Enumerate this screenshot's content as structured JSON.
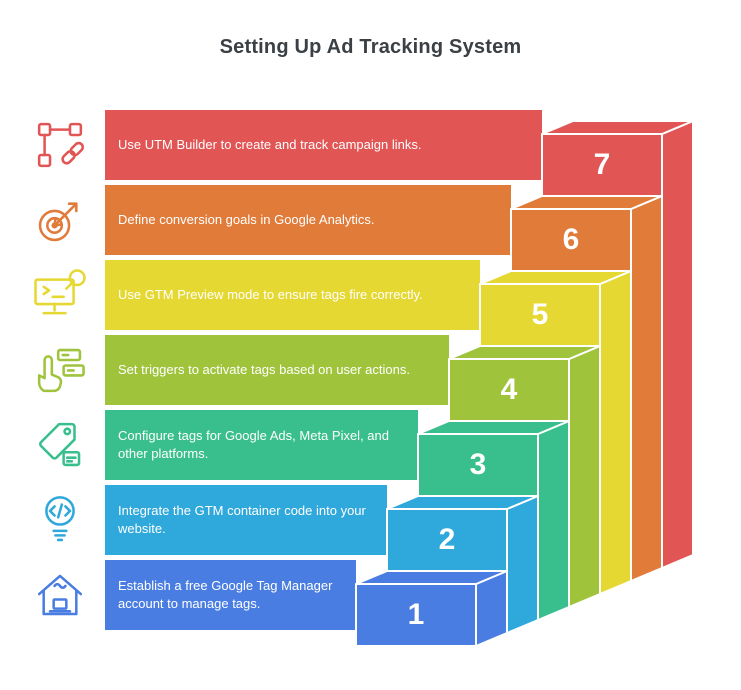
{
  "title": "Setting Up Ad Tracking System",
  "colors": {
    "background": "#ffffff",
    "edge": "#ffffff",
    "title_text": "#3b4045",
    "step_text": "#ffffff"
  },
  "steps": [
    {
      "number": "1",
      "text": "Establish a free Google Tag Manager account to manage tags.",
      "color": "#4a7de2",
      "icon": "home-workspace-icon"
    },
    {
      "number": "2",
      "text": "Integrate the GTM container code into your website.",
      "color": "#2fa8dc",
      "icon": "code-icon"
    },
    {
      "number": "3",
      "text": "Configure tags for Google Ads, Meta Pixel, and other platforms.",
      "color": "#38bf8d",
      "icon": "price-tag-icon"
    },
    {
      "number": "4",
      "text": "Set triggers to activate tags based on user actions.",
      "color": "#9fc43c",
      "icon": "trigger-hand-icon"
    },
    {
      "number": "5",
      "text": "Use GTM Preview mode to ensure tags fire correctly.",
      "color": "#e6d832",
      "icon": "monitor-preview-icon"
    },
    {
      "number": "6",
      "text": "Define conversion goals in Google Analytics.",
      "color": "#e17b3a",
      "icon": "target-goal-icon"
    },
    {
      "number": "7",
      "text": "Use UTM Builder to create and track campaign links.",
      "color": "#e25555",
      "icon": "campaign-links-icon"
    }
  ]
}
